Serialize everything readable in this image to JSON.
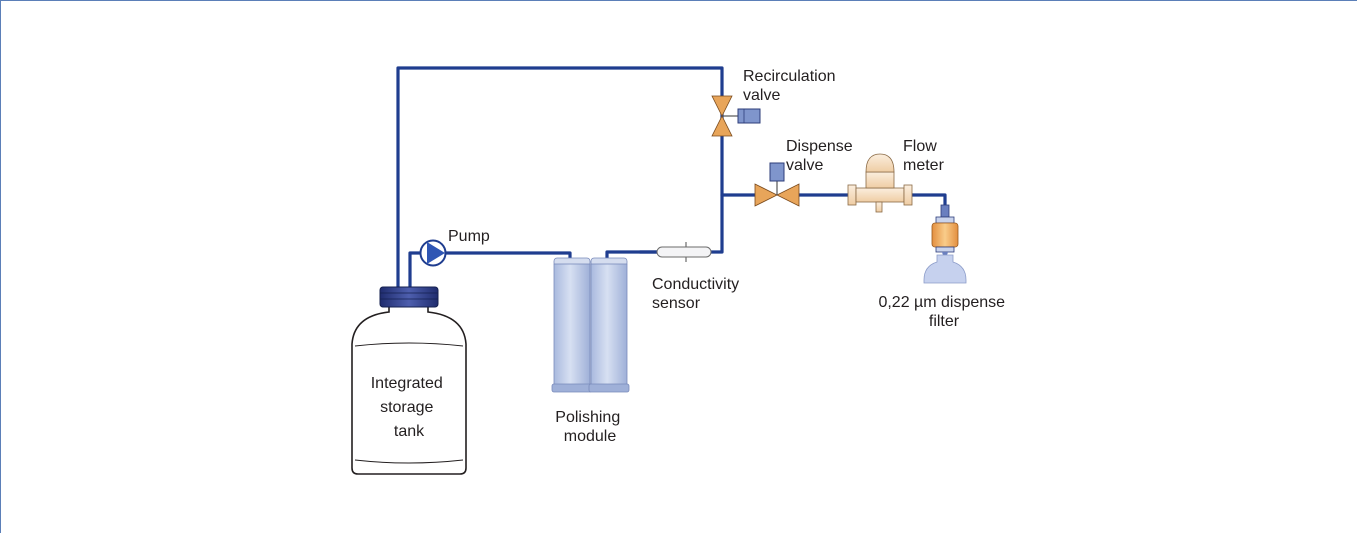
{
  "labels": {
    "recirculation_valve": [
      "Recirculation",
      "valve"
    ],
    "dispense_valve": [
      "Dispense",
      "valve"
    ],
    "flow_meter": [
      "Flow",
      "meter"
    ],
    "pump": [
      "Pump"
    ],
    "conductivity_sensor": [
      "Conductivity",
      "sensor"
    ],
    "polishing_module": [
      "Polishing",
      "module"
    ],
    "storage_tank": [
      "Integrated",
      "storage",
      "tank"
    ],
    "dispense_filter": [
      "0,22 µm dispense",
      "filter"
    ]
  },
  "colors": {
    "pipe": "#1f3d8f",
    "valve": "#e8a55a",
    "actuator": "#7f95cc",
    "cartridge": "#c3cfe8",
    "tank_cap": "#2f3f8a",
    "filter": "#f2b36a",
    "meter": "#f6dcc0",
    "frame": "#5b7fb8"
  },
  "icons": [
    "pump-icon",
    "valve-icon",
    "solenoid-icon",
    "sensor-icon",
    "flow-meter-icon",
    "filter-icon",
    "tank-icon",
    "cartridge-icon"
  ]
}
